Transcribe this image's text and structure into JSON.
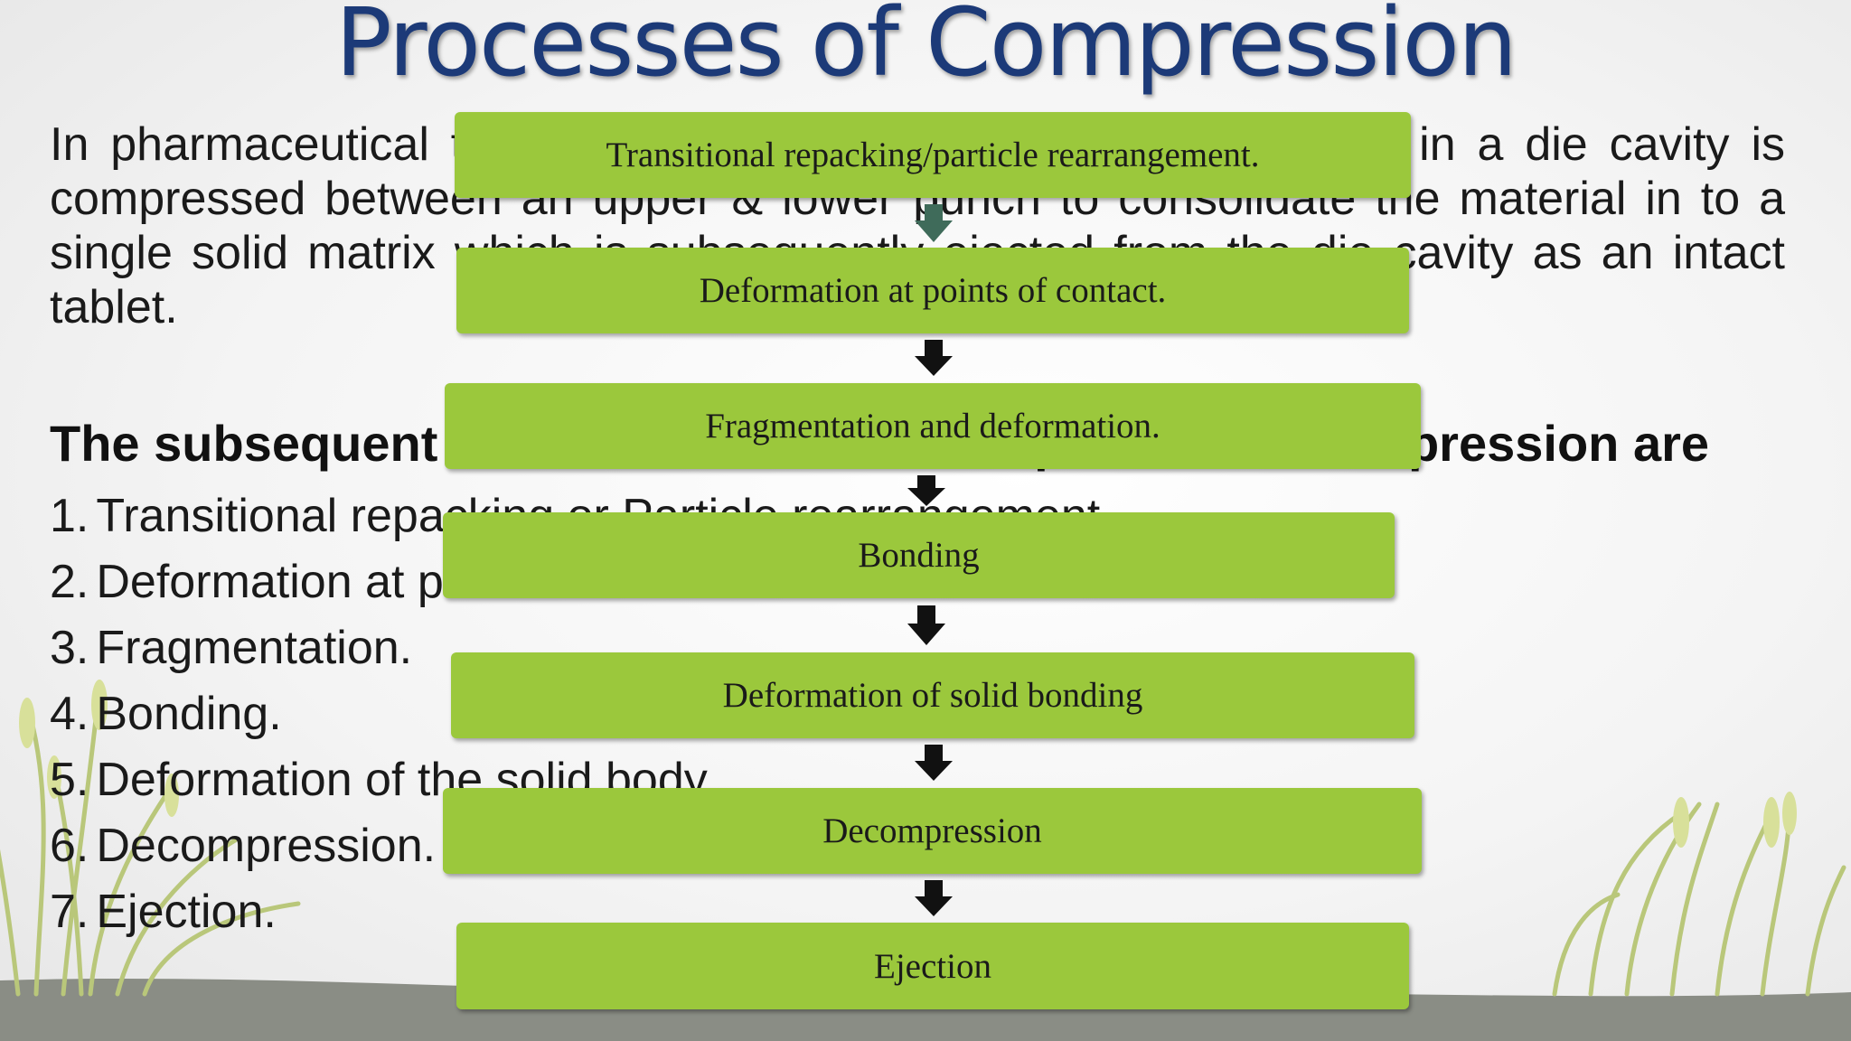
{
  "slide": {
    "title": "Processes of Compression",
    "intro": "In pharmaceutical tableting an appropriate volume of granules in a die cavity is compressed between an upper & lower punch to consolidate the material in to a single solid matrix which is subsequently ejected from the die cavity as an intact tablet.",
    "subheading": "The subsequent events that occur in the process of compression are",
    "steps": [
      {
        "num": "1.",
        "text": "Transitional repacking or Particle rearrangement"
      },
      {
        "num": "2.",
        "text": "Deformation at points of contact"
      },
      {
        "num": "3.",
        "text": "Fragmentation."
      },
      {
        "num": "4.",
        "text": "Bonding."
      },
      {
        "num": "5.",
        "text": "Deformation of the solid body"
      },
      {
        "num": "6.",
        "text": "Decompression."
      },
      {
        "num": "7.",
        "text": "Ejection."
      }
    ]
  },
  "flowchart": {
    "box_color": "#9bc83c",
    "arrow_color": "#111111",
    "boxes": [
      "Transitional repacking/particle rearrangement.",
      "Deformation at points of contact.",
      "Fragmentation and deformation.",
      "Bonding",
      "Deformation of solid bonding",
      "Decompression",
      "Ejection"
    ]
  },
  "colors": {
    "title": "#1c3a78",
    "ground": "#8a8d85",
    "grass": "#c8d48a"
  }
}
